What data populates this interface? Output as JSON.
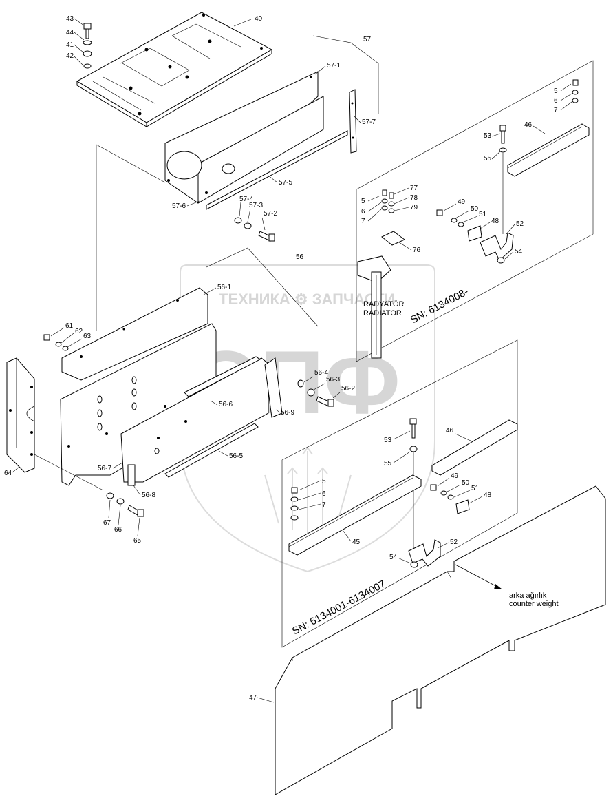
{
  "watermark": {
    "brand_text": "ТЕХНИКА ⚙ ЗАПЧАСТИ",
    "logo_text": "ЭПФ"
  },
  "serial_ranges": {
    "new": "SN: 6134008-",
    "old": "SN: 6134001-6134007"
  },
  "radiator_note": {
    "line1": "RADYATÖR",
    "line2": "RADIATOR"
  },
  "counterweight_note": {
    "line1": "arka ağırlık",
    "line2": "counter weight"
  },
  "callouts": {
    "c40": "40",
    "c41": "41",
    "c42": "42",
    "c43": "43",
    "c44": "44",
    "c57": "57",
    "c57_1": "57-1",
    "c57_2": "57-2",
    "c57_3": "57-3",
    "c57_4": "57-4",
    "c57_5": "57-5",
    "c57_6": "57-6",
    "c57_7": "57-7",
    "c56": "56",
    "c56_1": "56-1",
    "c56_2": "56-2",
    "c56_3": "56-3",
    "c56_4": "56-4",
    "c56_5": "56-5",
    "c56_6": "56-6",
    "c56_7": "56-7",
    "c56_8": "56-8",
    "c56_9": "56-9",
    "c61": "61",
    "c62": "62",
    "c63": "63",
    "c64": "64",
    "c65": "65",
    "c66": "66",
    "c67": "67",
    "r5": "5",
    "r6": "6",
    "r7": "7",
    "r46": "46",
    "r53": "53",
    "r55": "55",
    "m5": "5",
    "m6": "6",
    "m7": "7",
    "m77": "77",
    "m78": "78",
    "m79": "79",
    "m76": "76",
    "m49": "49",
    "m50": "50",
    "m51": "51",
    "m48": "48",
    "m52": "52",
    "m54": "54",
    "o53": "53",
    "o46": "46",
    "o55": "55",
    "o5": "5",
    "o6": "6",
    "o7": "7",
    "o49": "49",
    "o50": "50",
    "o51": "51",
    "o48": "48",
    "o45": "45",
    "o52": "52",
    "o54": "54",
    "c47": "47"
  }
}
